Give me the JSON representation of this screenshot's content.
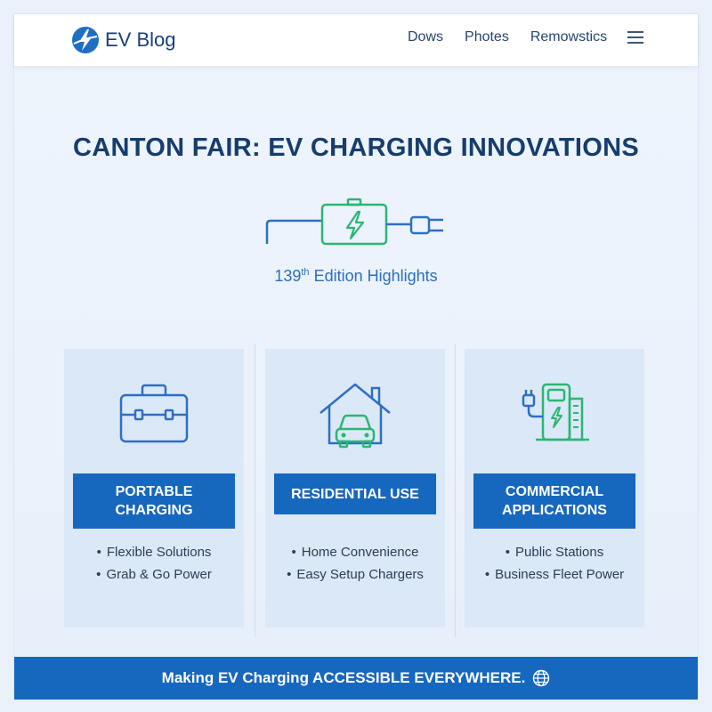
{
  "header": {
    "brand": "EV Blog",
    "nav": [
      {
        "label": "Dows"
      },
      {
        "label": "Photes"
      },
      {
        "label": "Remowstics"
      }
    ],
    "icons": {
      "logo": "lightning-circle-icon",
      "menu": "hamburger-menu-icon"
    }
  },
  "hero": {
    "title": "CANTON FAIR: EV CHARGING INNOVATIONS",
    "subtitle_num": "139",
    "subtitle_sup": "th",
    "subtitle_rest": " Edition Highlights",
    "icon": "battery-plug-icon"
  },
  "cards": [
    {
      "label": "PORTABLE CHARGING",
      "icon": "toolbox-icon",
      "bullets": [
        "Flexible Solutions",
        "Grab & Go Power"
      ]
    },
    {
      "label": "RESIDENTIAL USE",
      "icon": "house-car-icon",
      "bullets": [
        "Home Convenience",
        "Easy Setup Chargers"
      ]
    },
    {
      "label": "COMMERCIAL APPLICATIONS",
      "icon": "charging-station-icon",
      "bullets": [
        "Public Stations",
        "Business Fleet Power"
      ]
    }
  ],
  "footer": {
    "banner_text": "Making EV Charging ACCESSIBLE EVERYWHERE.",
    "icon": "globe-icon"
  },
  "colors": {
    "primary_blue": "#1667be",
    "dark_navy": "#163d6e",
    "accent_green": "#2bb673",
    "card_bg": "#dbe8f7"
  }
}
